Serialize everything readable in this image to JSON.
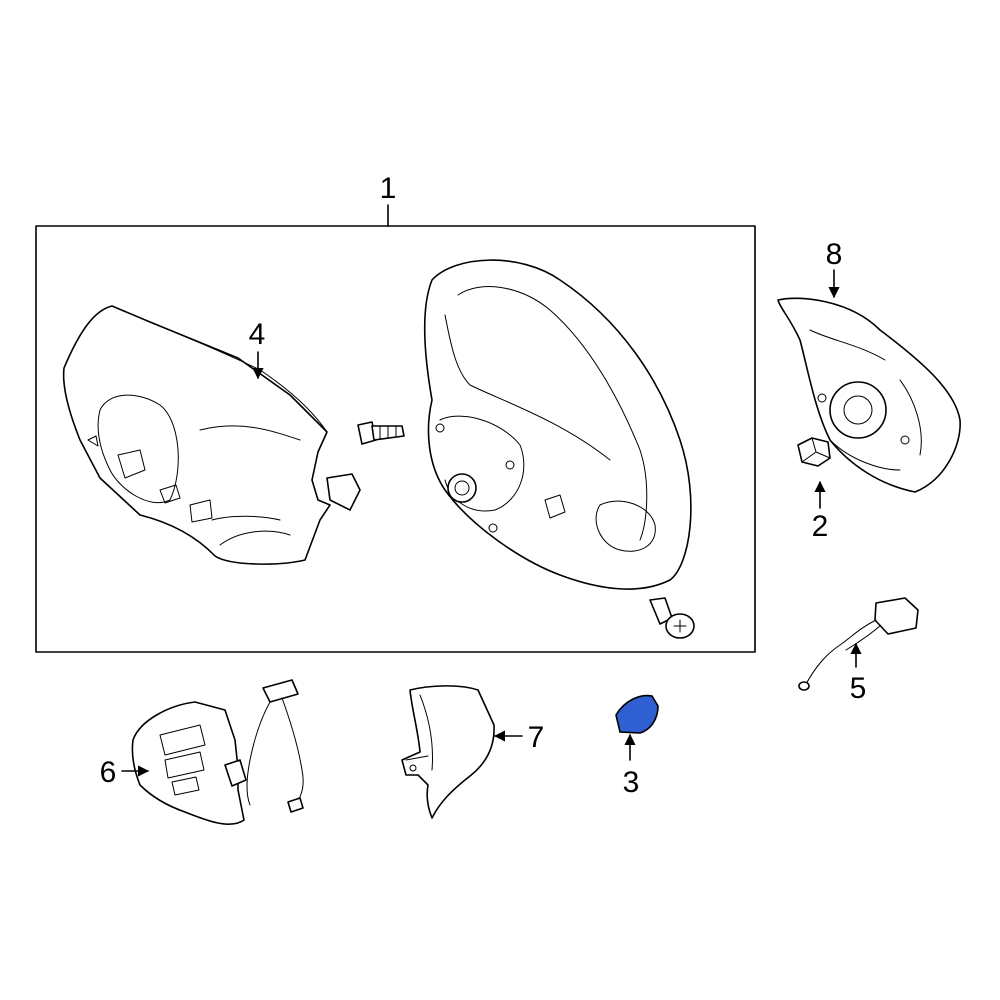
{
  "callouts": {
    "c1": "1",
    "c2": "2",
    "c3": "3",
    "c4": "4",
    "c5": "5",
    "c6": "6",
    "c7": "7",
    "c8": "8"
  },
  "highlight_color": "#2f5fd0"
}
